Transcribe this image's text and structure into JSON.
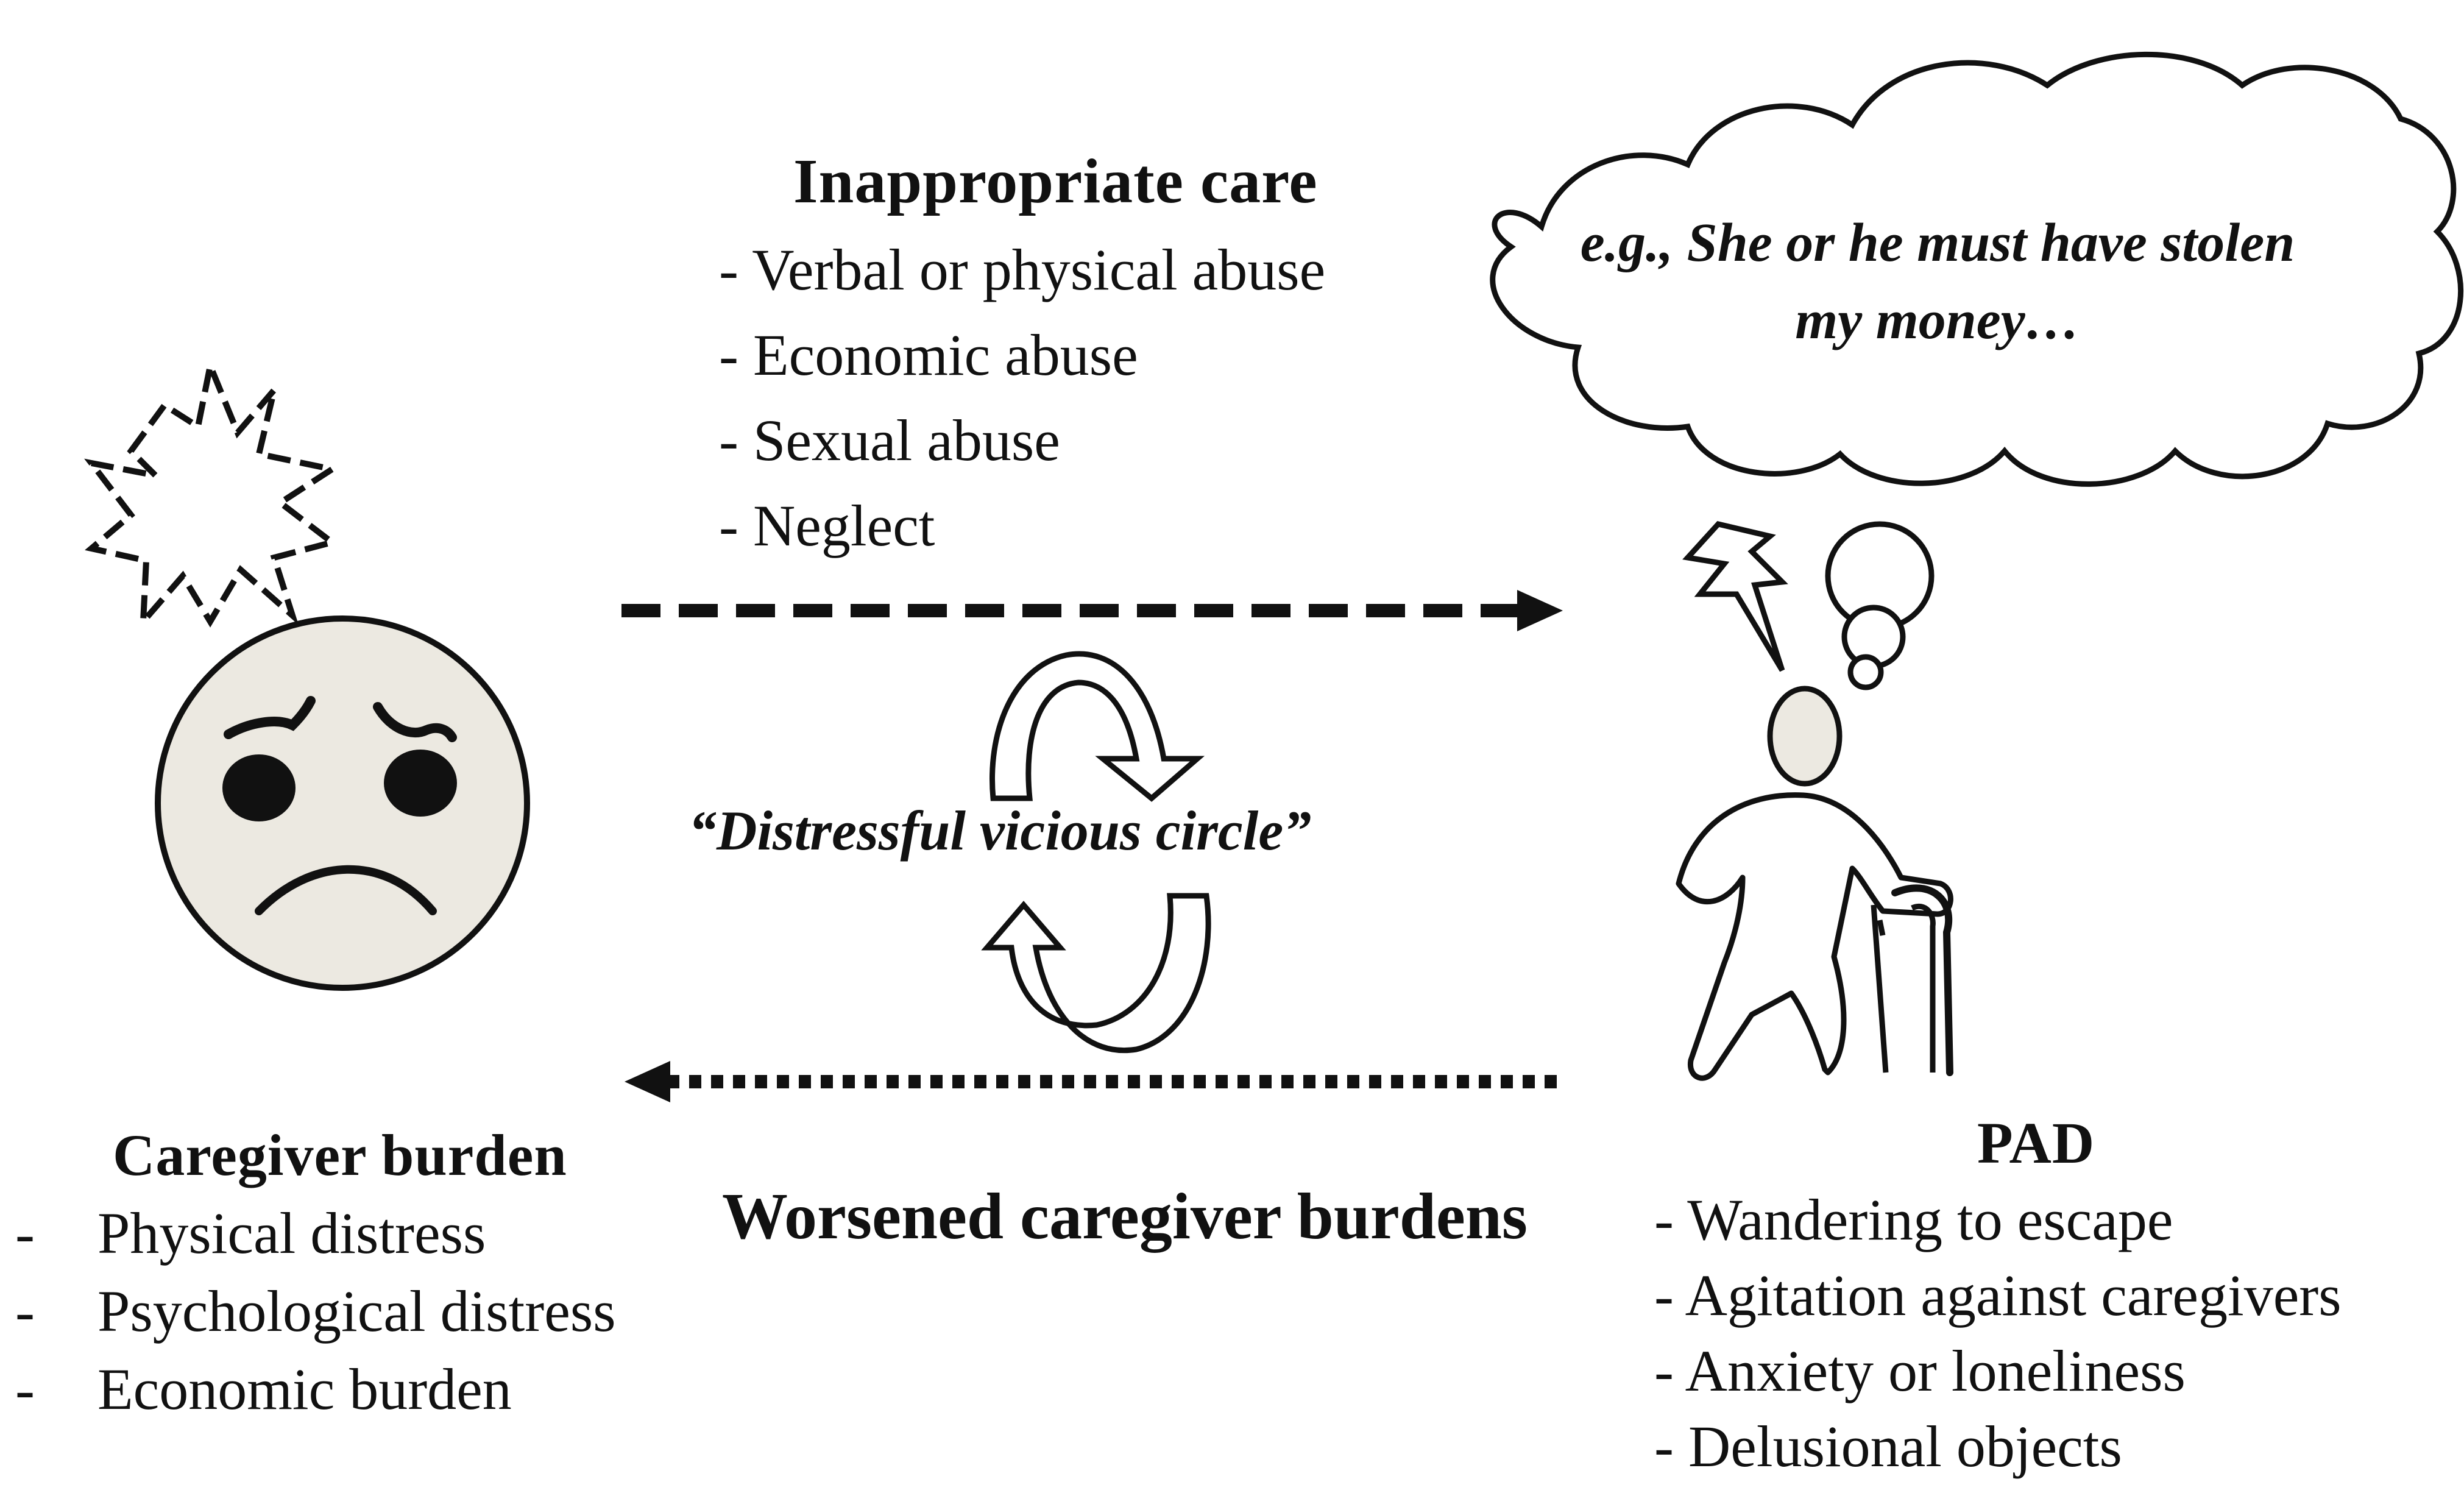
{
  "inappropriate_care": {
    "title": "Inappropriate care",
    "items": [
      "- Verbal or physical abuse",
      "- Economic abuse",
      "- Sexual abuse",
      "- Neglect"
    ]
  },
  "thought_bubble": {
    "line1": "e.g., She or he must have stolen",
    "line2": "my money…"
  },
  "cycle": {
    "label": "“Distressful vicious circle”"
  },
  "worsened": {
    "label": "Worsened caregiver burdens"
  },
  "caregiver_burden": {
    "title": "Caregiver burden",
    "items": [
      "Physical distress",
      "Psychological distress",
      "Economic burden"
    ]
  },
  "pad": {
    "title": "PAD",
    "items": [
      "- Wandering to escape",
      "- Agitation against caregivers",
      "- Anxiety or loneliness",
      "- Delusional objects"
    ]
  },
  "colors": {
    "face_fill": "#ece9e1",
    "ink": "#111111"
  }
}
